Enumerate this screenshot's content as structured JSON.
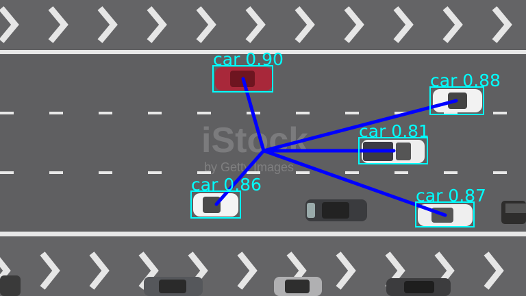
{
  "image": {
    "description_free_scene": "aerial-highway",
    "watermark": {
      "brand": "iStock",
      "credit": "by Getty Images"
    }
  },
  "detections": [
    {
      "label": "car 0.90",
      "class": "car",
      "score": 0.9
    },
    {
      "label": "car 0.88",
      "class": "car",
      "score": 0.88
    },
    {
      "label": "car 0.81",
      "class": "car",
      "score": 0.81
    },
    {
      "label": "car 0.86",
      "class": "car",
      "score": 0.86
    },
    {
      "label": "car 0.87",
      "class": "car",
      "score": 0.87
    }
  ],
  "colors": {
    "box": "#00ffff",
    "link": "#0000ff",
    "road": "#5e5e60",
    "marking": "#e8e8e8"
  }
}
